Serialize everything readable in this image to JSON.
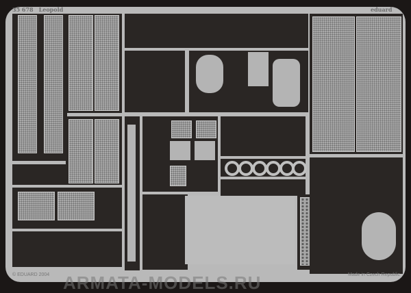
{
  "fret": {
    "code": "35 678",
    "name": "Leopold",
    "brand": "eduard",
    "copyright": "© EDUARD 2004",
    "origin": "Made in Czech Republic"
  },
  "watermark": "ARMATA-MODELS.RU",
  "colors": {
    "background": "#1b1716",
    "metal": "#b9b9b9",
    "cutout": "#2a2624"
  }
}
